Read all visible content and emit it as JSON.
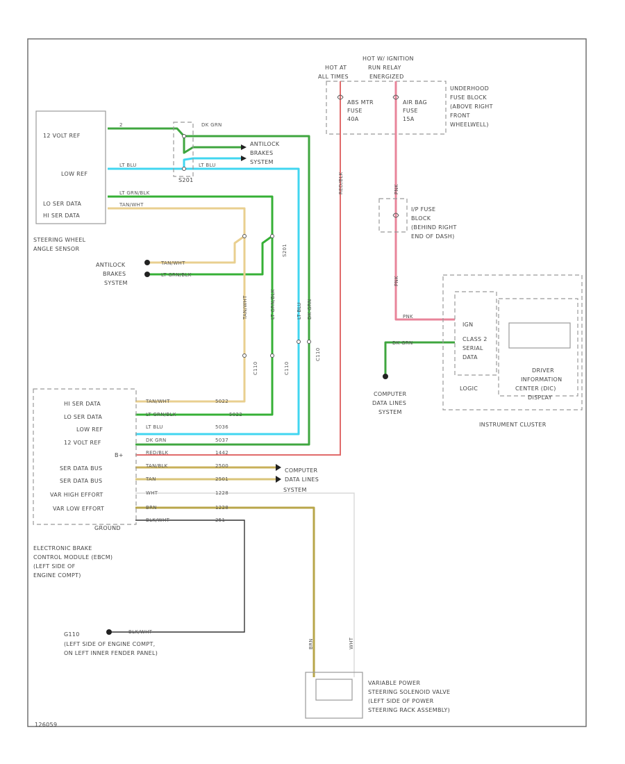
{
  "diagram_id": "126059",
  "steering_sensor": {
    "pins": [
      "12 VOLT REF",
      "LOW REF",
      "LO SER DATA",
      "HI SER DATA"
    ],
    "name_lines": [
      "STEERING WHEEL",
      "ANGLE SENSOR"
    ]
  },
  "abs_system_upper": [
    "ANTILOCK",
    "BRAKES",
    "SYSTEM"
  ],
  "abs_system_left": [
    "ANTILOCK",
    "BRAKES",
    "SYSTEM"
  ],
  "splice_label": "S201",
  "fuse_header": {
    "hot_at_all_times": [
      "HOT AT",
      "ALL TIMES"
    ],
    "hot_in_ignition": [
      "HOT W/ IGNITION",
      "RUN RELAY",
      "ENERGIZED"
    ]
  },
  "fuses": [
    {
      "lines": [
        "ABS MTR",
        "FUSE",
        "40A"
      ]
    },
    {
      "lines": [
        "AIR BAG",
        "FUSE",
        "15A"
      ]
    }
  ],
  "underhood_block": [
    "UNDERHOOD",
    "FUSE BLOCK",
    "(ABOVE RIGHT",
    "FRONT",
    "WHEELWELL)"
  ],
  "ip_fuse_block": [
    "I/P FUSE",
    "BLOCK",
    "(BEHIND RIGHT",
    "END OF DASH)"
  ],
  "cluster": {
    "module_lines": [
      "DRIVER",
      "INFORMATION",
      "CENTER (DIC)",
      "DISPLAY"
    ],
    "logic_lines": [
      "IGN",
      "CLASS 2",
      "SERIAL",
      "DATA"
    ],
    "logic_label": "LOGIC",
    "name": "INSTRUMENT CLUSTER"
  },
  "computer_data_lines": [
    "COMPUTER",
    "DATA LINES",
    "SYSTEM"
  ],
  "ebcm": {
    "pins": [
      "HI SER DATA",
      "LO SER DATA",
      "LOW REF",
      "12 VOLT REF",
      "B+",
      "SER DATA BUS",
      "SER DATA BUS",
      "VAR HIGH EFFORT",
      "VAR LOW EFFORT",
      "GROUND"
    ],
    "name_lines": [
      "ELECTRONIC BRAKE",
      "CONTROL MODULE (EBCM)",
      "(LEFT SIDE OF",
      "ENGINE COMPT)"
    ]
  },
  "ebcm_data_lines": [
    "COMPUTER",
    "DATA LINES",
    "SYSTEM"
  ],
  "ground": {
    "id": "G110",
    "wire": "BLK/WHT",
    "lines": [
      "(LEFT SIDE OF ENGINE COMPT,",
      "ON LEFT INNER FENDER PANEL)"
    ]
  },
  "solenoid": {
    "lines": [
      "VARIABLE POWER",
      "STEERING SOLENOID VALVE",
      "(LEFT SIDE OF POWER",
      "STEERING RACK ASSEMBLY)"
    ]
  },
  "wire_colors": {
    "dk_grn": "#3fa63f",
    "lt_blu": "#41d6f0",
    "lt_grn_blk": "#36b036",
    "tan_wht": "#e9cf8f",
    "red_blk": "#e06a6a",
    "pnk": "#e8849a",
    "tan_blk": "#c8b05a",
    "tan": "#d9c47a",
    "wht": "#d8d8d8",
    "brn": "#b8a64a",
    "blk": "#333333"
  }
}
